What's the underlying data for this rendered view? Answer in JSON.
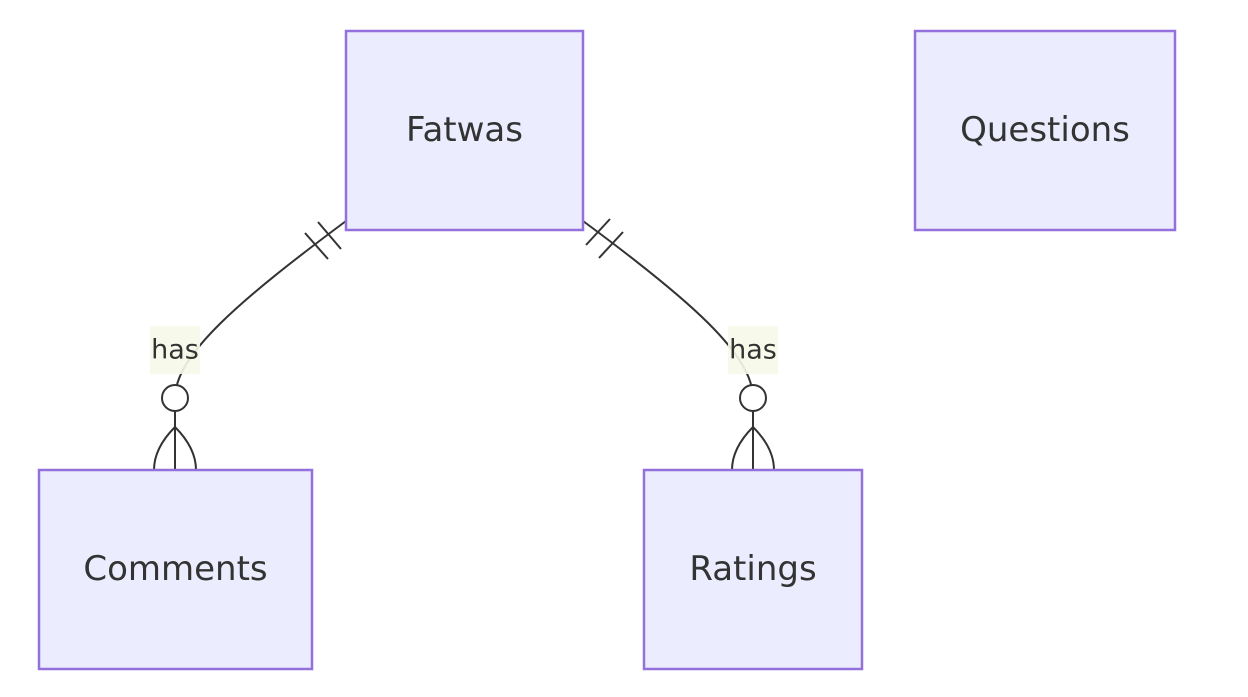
{
  "diagram": {
    "type": "entity-relationship",
    "entities": {
      "fatwas": "Fatwas",
      "questions": "Questions",
      "comments": "Comments",
      "ratings": "Ratings"
    },
    "relationships": [
      {
        "from": "Fatwas",
        "to": "Comments",
        "label": "has",
        "from_cardinality": "exactly-one",
        "to_cardinality": "zero-or-more"
      },
      {
        "from": "Fatwas",
        "to": "Ratings",
        "label": "has",
        "from_cardinality": "exactly-one",
        "to_cardinality": "zero-or-more"
      }
    ]
  },
  "colors": {
    "entity_fill": "#ECECFF",
    "entity_stroke": "#9370DB",
    "line": "#333333",
    "text": "#333333",
    "label_background": "#f6f9e8"
  }
}
